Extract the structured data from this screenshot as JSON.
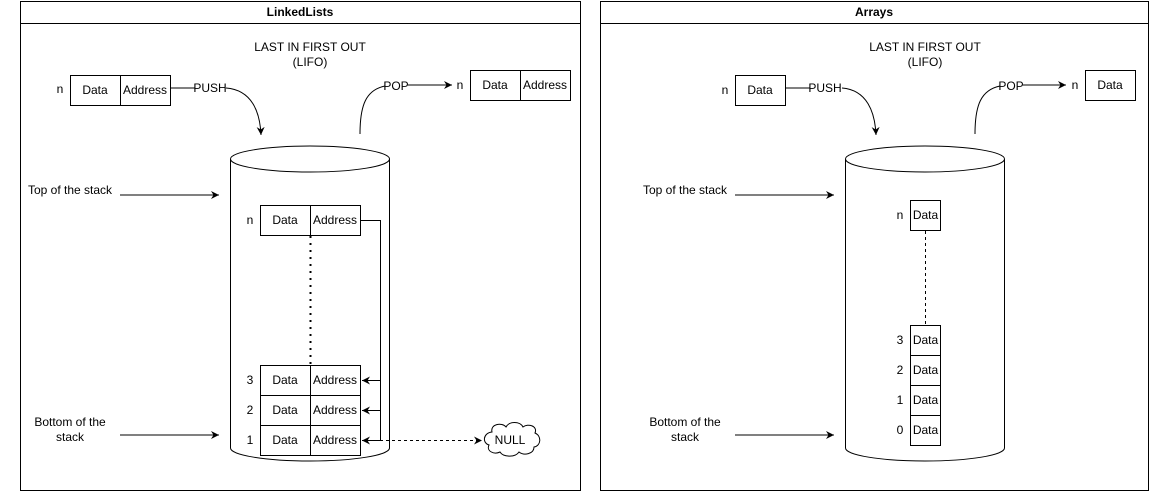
{
  "left": {
    "title": "LinkedLists",
    "lifo_line1": "LAST IN FIRST OUT",
    "lifo_line2": "(LIFO)",
    "push_label": "PUSH",
    "pop_label": "POP",
    "push_node": {
      "index": "n",
      "data": "Data",
      "address": "Address"
    },
    "pop_node": {
      "index": "n",
      "data": "Data",
      "address": "Address"
    },
    "top_label": "Top of the stack",
    "bottom_label_1": "Bottom of the",
    "bottom_label_2": "stack",
    "top_node": {
      "index": "n",
      "data": "Data",
      "address": "Address"
    },
    "nodes": [
      {
        "index": "3",
        "data": "Data",
        "address": "Address"
      },
      {
        "index": "2",
        "data": "Data",
        "address": "Address"
      },
      {
        "index": "1",
        "data": "Data",
        "address": "Address"
      }
    ],
    "null_label": "NULL"
  },
  "right": {
    "title": "Arrays",
    "lifo_line1": "LAST IN FIRST OUT",
    "lifo_line2": "(LIFO)",
    "push_label": "PUSH",
    "pop_label": "POP",
    "push_node": {
      "index": "n",
      "data": "Data"
    },
    "pop_node": {
      "index": "n",
      "data": "Data"
    },
    "top_label": "Top of the stack",
    "bottom_label_1": "Bottom of the",
    "bottom_label_2": "stack",
    "top_cell": {
      "index": "n",
      "data": "Data"
    },
    "cells": [
      {
        "index": "3",
        "data": "Data"
      },
      {
        "index": "2",
        "data": "Data"
      },
      {
        "index": "1",
        "data": "Data"
      },
      {
        "index": "0",
        "data": "Data"
      }
    ]
  }
}
